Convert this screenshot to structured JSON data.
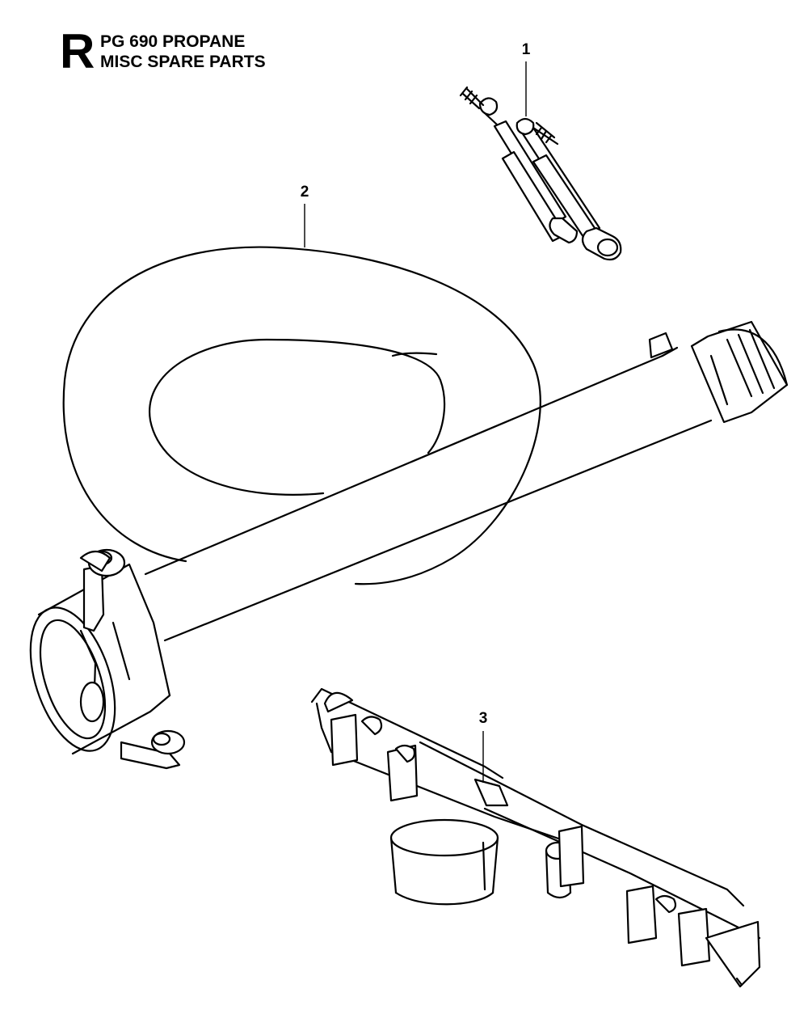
{
  "header": {
    "section_letter": "R",
    "model": "PG 690 PROPANE",
    "subtitle": "MISC SPARE PARTS"
  },
  "callouts": [
    {
      "id": "1",
      "label": "1"
    },
    {
      "id": "2",
      "label": "2"
    },
    {
      "id": "3",
      "label": "3"
    }
  ]
}
